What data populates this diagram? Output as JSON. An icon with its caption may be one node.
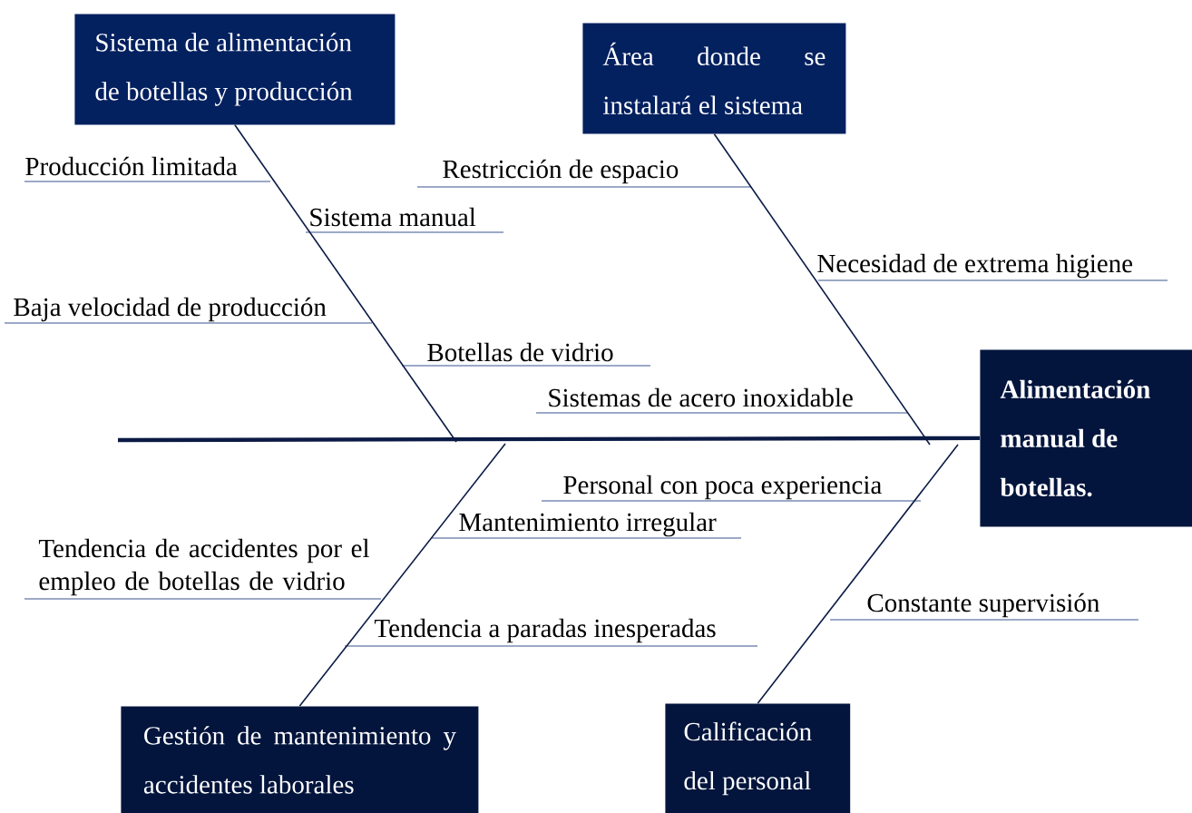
{
  "diagram": {
    "nodes": [
      {
        "text": [
          "Alimentación manual de botellas."
        ]
      },
      {
        "text": [
          "Sistema de alimentación de botellas y producción"
        ]
      },
      {
        "text": [
          "Área donde se instalará el sistema"
        ]
      },
      {
        "text": [
          "Gestión de mantenimiento y accidentes laborales"
        ]
      },
      {
        "text": [
          "Calificación del personal"
        ]
      }
    ],
    "edges": [
      {
        "from": null,
        "to": 0,
        "arrow": "none",
        "style": "thick"
      },
      {
        "from": 1,
        "to": null,
        "arrow": "none"
      },
      {
        "from": 2,
        "to": null,
        "arrow": "none"
      },
      {
        "from": 3,
        "to": null,
        "arrow": "none"
      },
      {
        "from": 4,
        "to": null,
        "arrow": "none"
      }
    ],
    "labels": [
      "Producción limitada",
      "Restricción de espacio",
      "Sistema manual",
      "Necesidad de extrema higiene",
      "Baja velocidad de producción",
      "Botellas de vidrio",
      "Sistemas de acero inoxidable",
      "Personal con poca experiencia",
      "Mantenimiento irregular",
      "Tendencia de accidentes por el empleo de botellas de vidrio",
      "Constante supervisión",
      "Tendencia a paradas inesperadas"
    ]
  }
}
